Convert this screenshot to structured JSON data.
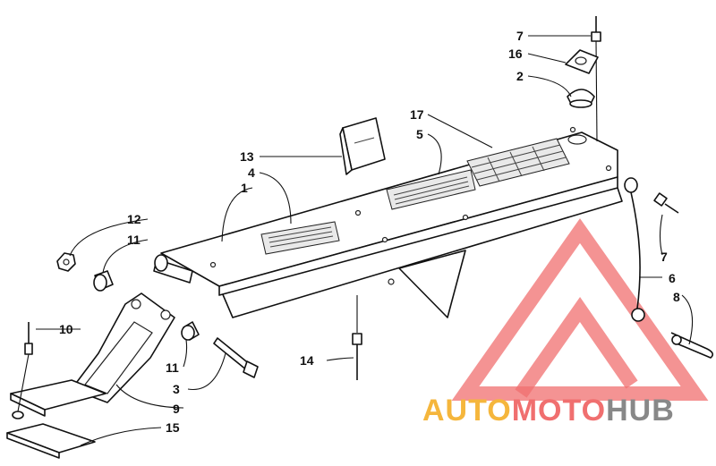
{
  "callouts": {
    "c1": "1",
    "c2": "2",
    "c3": "3",
    "c4": "4",
    "c5": "5",
    "c6": "6",
    "c7a": "7",
    "c7b": "7",
    "c8": "8",
    "c9": "9",
    "c10": "10",
    "c11a": "11",
    "c11b": "11",
    "c12": "12",
    "c13": "13",
    "c14": "14",
    "c15": "15",
    "c16": "16",
    "c17": "17"
  },
  "watermark": {
    "part1": "AUTO",
    "part2": "MOTO",
    "part3": "HUB",
    "color_auto": "#f5b63c",
    "color_moto": "#f06f6f",
    "color_hub": "#888888",
    "logo_color": "#f06f6f"
  }
}
